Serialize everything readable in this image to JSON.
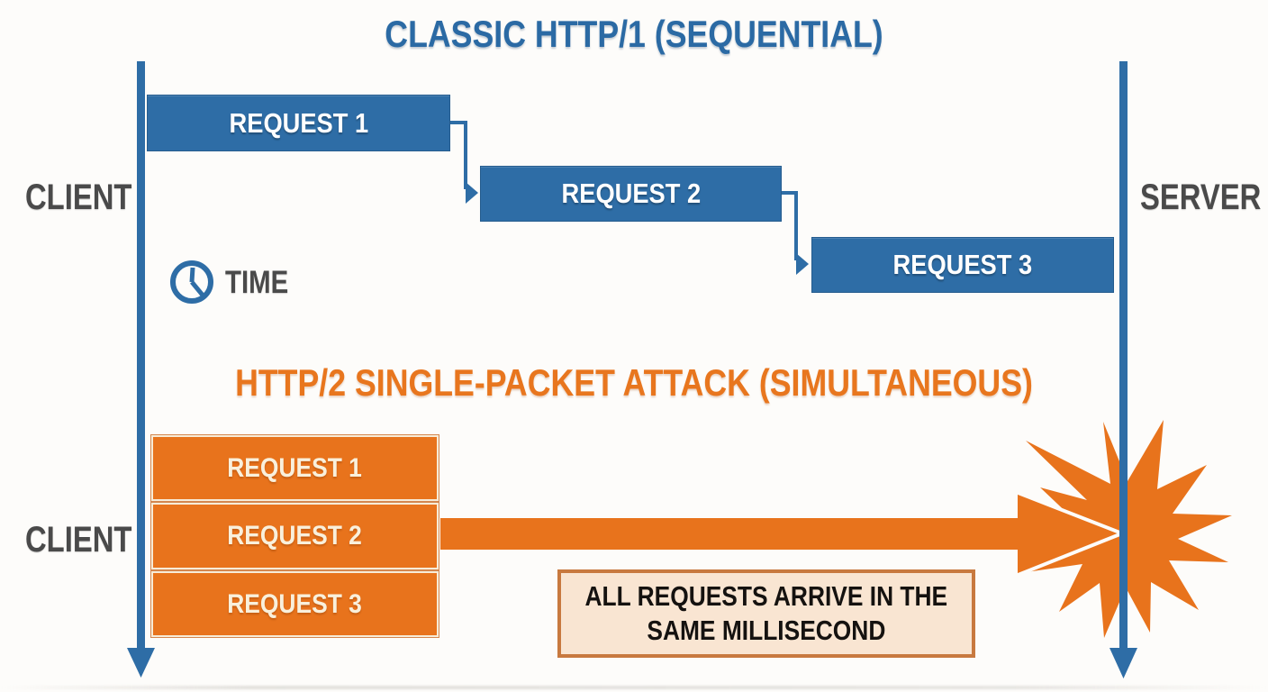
{
  "http1": {
    "title": "CLASSIC HTTP/1 (SEQUENTIAL)",
    "client_label": "CLIENT",
    "server_label": "SERVER",
    "time_label": "TIME",
    "requests": [
      "REQUEST 1",
      "REQUEST 2",
      "REQUEST 3"
    ]
  },
  "http2": {
    "title": "HTTP/2 SINGLE-PACKET ATTACK (SIMULTANEOUS)",
    "client_label": "CLIENT",
    "requests": [
      "REQUEST 1",
      "REQUEST 2",
      "REQUEST 3"
    ],
    "callout_line1": "ALL REQUESTS ARRIVE IN THE",
    "callout_line2": "SAME MILLISECOND"
  },
  "icons": {
    "clock": "clock-icon",
    "explosion": "explosion-burst-icon",
    "timeline_arrows": "down-arrow-icon",
    "packet_arrow": "right-arrow-icon"
  },
  "colors": {
    "blue": "#2e6da6",
    "title_blue": "#2b6aa4",
    "orange": "#e8731c",
    "title_orange": "#e8761e",
    "label_gray": "#4a4a4a",
    "callout_bg": "#f9e5d2",
    "callout_border": "#c8793f",
    "background": "#fdfcfa"
  }
}
